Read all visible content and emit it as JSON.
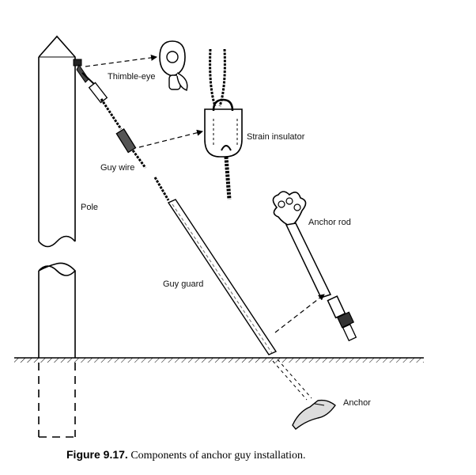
{
  "labels": {
    "thimble_eye": "Thimble-eye",
    "strain_insulator": "Strain insulator",
    "guy_wire": "Guy wire",
    "pole": "Pole",
    "anchor_rod": "Anchor rod",
    "guy_guard": "Guy guard",
    "anchor": "Anchor"
  },
  "caption": {
    "number": "Figure 9.17.",
    "text": "Components of anchor guy installation."
  }
}
